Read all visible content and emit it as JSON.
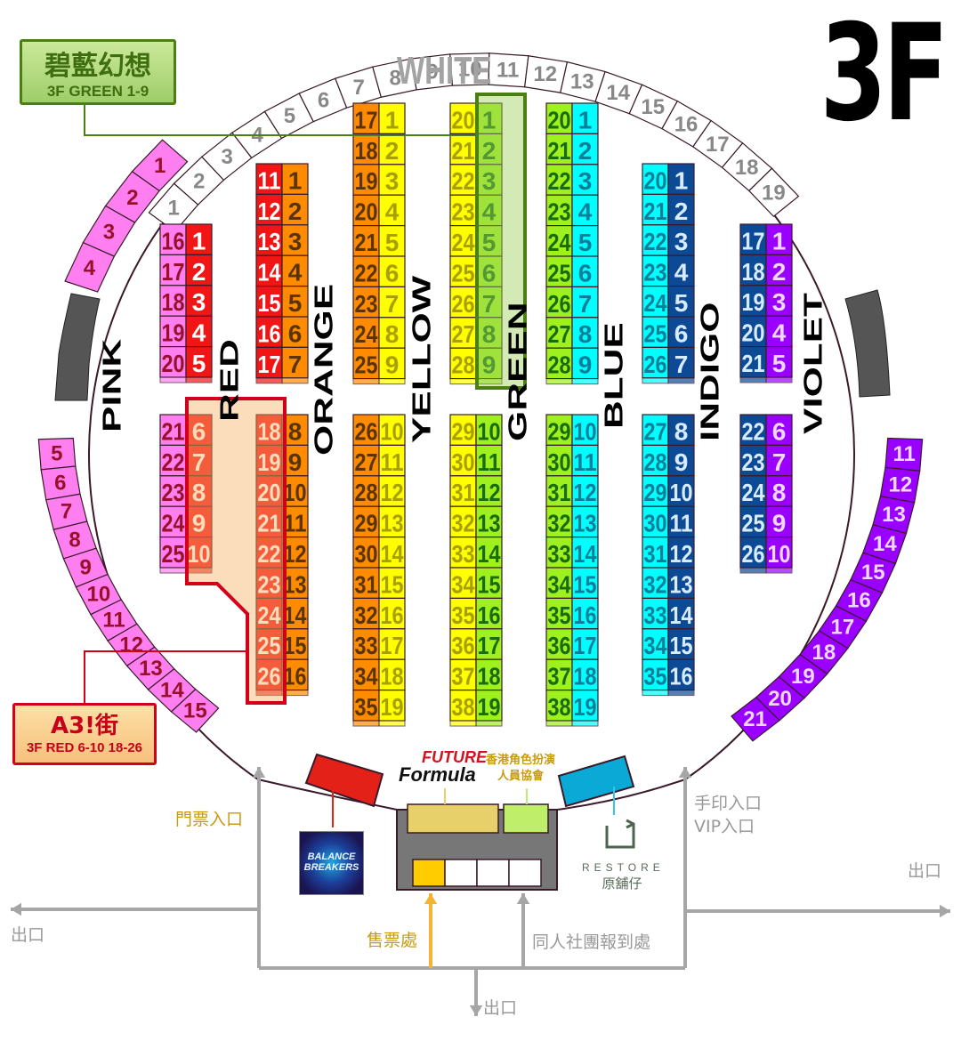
{
  "floor": "3F",
  "ring_label": "WHITE",
  "colors": {
    "pink": "#ff7ff0",
    "pink_text": "#9a0f2a",
    "red": "#f21515",
    "orange": "#ff8c00",
    "yellow": "#ffff00",
    "green": "#9ef01e",
    "blue": "#00ffff",
    "indigo": "#0d4a96",
    "violet": "#9a00ff",
    "white_booth": "#ffffff",
    "wall_gray": "#555555",
    "path_gray": "#a6a6a6",
    "gold_text": "#c99a10",
    "callout_green": "#4b7f14",
    "callout_red": "#d3001a"
  },
  "zone_labels": [
    {
      "name": "PINK",
      "color": "#ff7fe6"
    },
    {
      "name": "RED",
      "color": "#ff1a1a"
    },
    {
      "name": "ORANGE",
      "color": "#ff9500"
    },
    {
      "name": "YELLOW",
      "color": "#b8b800"
    },
    {
      "name": "GREEN",
      "color": "#8ef000"
    },
    {
      "name": "BLUE",
      "color": "#00f0ff"
    },
    {
      "name": "INDIGO",
      "color": "#0d4a96"
    },
    {
      "name": "VIOLET",
      "color": "#9a00ff"
    }
  ],
  "callouts": [
    {
      "title": "碧藍幻想",
      "subtitle": "3F GREEN 1-9"
    },
    {
      "title": "A3!街",
      "subtitle": "3F RED 6-10 18-26"
    }
  ],
  "ring_booths": {
    "white": [
      "1",
      "2",
      "3",
      "4",
      "5",
      "6",
      "7",
      "8",
      "9",
      "10",
      "11",
      "12",
      "13",
      "14",
      "15",
      "16",
      "17",
      "18",
      "19"
    ],
    "pink": [
      "1",
      "2",
      "3",
      "4",
      "5",
      "6",
      "7",
      "8",
      "9",
      "10",
      "11",
      "12",
      "13",
      "14",
      "15"
    ],
    "violet": [
      "11",
      "12",
      "13",
      "14",
      "15",
      "16",
      "17",
      "18",
      "19",
      "20",
      "21"
    ]
  },
  "booth_blocks": [
    {
      "name": "pink-red-upper",
      "left": {
        "zone": "pink",
        "labels": [
          "16",
          "17",
          "18",
          "19",
          "20"
        ]
      },
      "right": {
        "zone": "red",
        "labels": [
          "1",
          "2",
          "3",
          "4",
          "5"
        ]
      }
    },
    {
      "name": "pink-red-lower",
      "left": {
        "zone": "pink",
        "labels": [
          "21",
          "22",
          "23",
          "24",
          "25"
        ]
      },
      "right": {
        "zone": "red",
        "labels": [
          "6",
          "7",
          "8",
          "9",
          "10"
        ]
      }
    },
    {
      "name": "red-orange-upper",
      "left": {
        "zone": "red",
        "labels": [
          "11",
          "12",
          "13",
          "14",
          "15",
          "16",
          "17"
        ]
      },
      "right": {
        "zone": "orange",
        "labels": [
          "1",
          "2",
          "3",
          "4",
          "5",
          "6",
          "7"
        ]
      }
    },
    {
      "name": "red-orange-lower",
      "left": {
        "zone": "red",
        "labels": [
          "18",
          "19",
          "20",
          "21",
          "22",
          "23",
          "24",
          "25",
          "26"
        ]
      },
      "right": {
        "zone": "orange",
        "labels": [
          "8",
          "9",
          "10",
          "11",
          "12",
          "13",
          "14",
          "15",
          "16"
        ]
      }
    },
    {
      "name": "orange-yellow-upper",
      "left": {
        "zone": "orange",
        "labels": [
          "17",
          "18",
          "19",
          "20",
          "21",
          "22",
          "23",
          "24",
          "25"
        ]
      },
      "right": {
        "zone": "yellow",
        "labels": [
          "1",
          "2",
          "3",
          "4",
          "5",
          "6",
          "7",
          "8",
          "9"
        ]
      }
    },
    {
      "name": "orange-yellow-lower",
      "left": {
        "zone": "orange",
        "labels": [
          "26",
          "27",
          "28",
          "29",
          "30",
          "31",
          "32",
          "33",
          "34",
          "35"
        ]
      },
      "right": {
        "zone": "yellow",
        "labels": [
          "10",
          "11",
          "12",
          "13",
          "14",
          "15",
          "16",
          "17",
          "18",
          "19"
        ]
      }
    },
    {
      "name": "yellow-green-upper",
      "left": {
        "zone": "yellow",
        "labels": [
          "20",
          "21",
          "22",
          "23",
          "24",
          "25",
          "26",
          "27",
          "28"
        ]
      },
      "right": {
        "zone": "green",
        "labels": [
          "1",
          "2",
          "3",
          "4",
          "5",
          "6",
          "7",
          "8",
          "9"
        ]
      }
    },
    {
      "name": "yellow-green-lower",
      "left": {
        "zone": "yellow",
        "labels": [
          "29",
          "30",
          "31",
          "32",
          "33",
          "34",
          "35",
          "36",
          "37",
          "38"
        ]
      },
      "right": {
        "zone": "green",
        "labels": [
          "10",
          "11",
          "12",
          "13",
          "14",
          "15",
          "16",
          "17",
          "18",
          "19"
        ]
      }
    },
    {
      "name": "green-blue-upper",
      "left": {
        "zone": "green",
        "labels": [
          "20",
          "21",
          "22",
          "23",
          "24",
          "25",
          "26",
          "27",
          "28"
        ]
      },
      "right": {
        "zone": "blue",
        "labels": [
          "1",
          "2",
          "3",
          "4",
          "5",
          "6",
          "7",
          "8",
          "9"
        ]
      }
    },
    {
      "name": "green-blue-lower",
      "left": {
        "zone": "green",
        "labels": [
          "29",
          "30",
          "31",
          "32",
          "33",
          "34",
          "35",
          "36",
          "37",
          "38"
        ]
      },
      "right": {
        "zone": "blue",
        "labels": [
          "10",
          "11",
          "12",
          "13",
          "14",
          "15",
          "16",
          "17",
          "18",
          "19"
        ]
      }
    },
    {
      "name": "blue-indigo-upper",
      "left": {
        "zone": "blue",
        "labels": [
          "20",
          "21",
          "22",
          "23",
          "24",
          "25",
          "26"
        ]
      },
      "right": {
        "zone": "indigo",
        "labels": [
          "1",
          "2",
          "3",
          "4",
          "5",
          "6",
          "7"
        ]
      }
    },
    {
      "name": "blue-indigo-lower",
      "left": {
        "zone": "blue",
        "labels": [
          "27",
          "28",
          "29",
          "30",
          "31",
          "32",
          "33",
          "34",
          "35"
        ]
      },
      "right": {
        "zone": "indigo",
        "labels": [
          "8",
          "9",
          "10",
          "11",
          "12",
          "13",
          "14",
          "15",
          "16"
        ]
      }
    },
    {
      "name": "indigo-violet-upper",
      "left": {
        "zone": "indigo",
        "labels": [
          "17",
          "18",
          "19",
          "20",
          "21"
        ]
      },
      "right": {
        "zone": "violet",
        "labels": [
          "1",
          "2",
          "3",
          "4",
          "5"
        ]
      }
    },
    {
      "name": "indigo-violet-lower",
      "left": {
        "zone": "indigo",
        "labels": [
          "22",
          "23",
          "24",
          "25",
          "26"
        ]
      },
      "right": {
        "zone": "violet",
        "labels": [
          "6",
          "7",
          "8",
          "9",
          "10"
        ]
      }
    }
  ],
  "entrance_booths": [
    {
      "name": "red-entrance-booth",
      "color": "#e32119",
      "linked_logo": "Balance Breakers"
    },
    {
      "name": "blue-entrance-booth",
      "color": "#0aa9d6",
      "linked_logo": "RESTORE 原舖仔"
    }
  ],
  "logos": {
    "balance_breakers": "BALANCE BREAKERS",
    "future_formula_1": "FUTURE",
    "future_formula_2": "Formula",
    "hk_cosplay_1": "香港角色扮演",
    "hk_cosplay_2": "人員協會",
    "restore_1": "RESTORE",
    "restore_2": "原舖仔"
  },
  "nav_labels": {
    "ticket_entrance": "門票入口",
    "handprint_entrance": "手印入口",
    "vip_entrance": "VIP入口",
    "box_office": "售票處",
    "doujin_checkin": "同人社團報到處",
    "exit_left": "出口",
    "exit_right": "出口",
    "exit_bottom": "出口"
  }
}
